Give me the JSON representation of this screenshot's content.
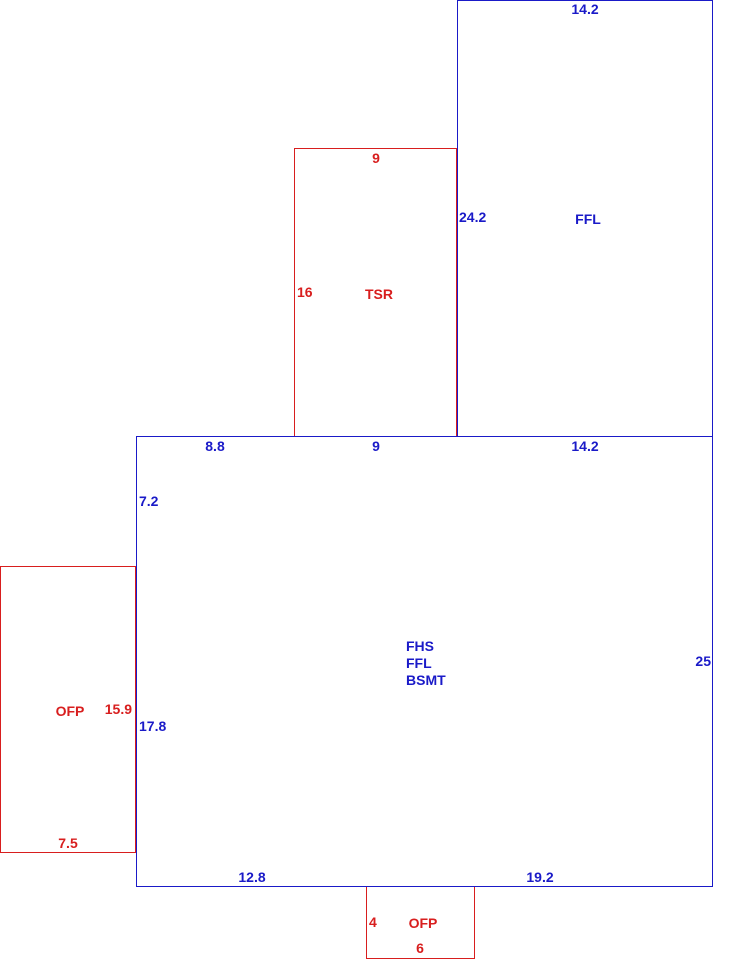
{
  "colors": {
    "main": "#1a1ac8",
    "addition": "#d81e1e",
    "background": "#ffffff"
  },
  "upper_wing": {
    "label": "FFL",
    "dims": {
      "top": "14.2",
      "left": "24.2",
      "bottom": "14.2"
    }
  },
  "tsr": {
    "label": "TSR",
    "dims": {
      "top": "9",
      "left": "16",
      "bottom": "9"
    }
  },
  "main_house": {
    "labels": [
      "FHS",
      "FFL",
      "BSMT"
    ],
    "dims": {
      "top_left": "8.8",
      "left_upper": "7.2",
      "left_lower": "17.8",
      "right": "25",
      "bottom_left": "12.8",
      "bottom_right": "19.2"
    }
  },
  "ofp_left": {
    "label": "OFP",
    "dims": {
      "side": "15.9",
      "bottom": "7.5"
    }
  },
  "ofp_bottom": {
    "label": "OFP",
    "dims": {
      "side": "4",
      "bottom": "6"
    }
  }
}
